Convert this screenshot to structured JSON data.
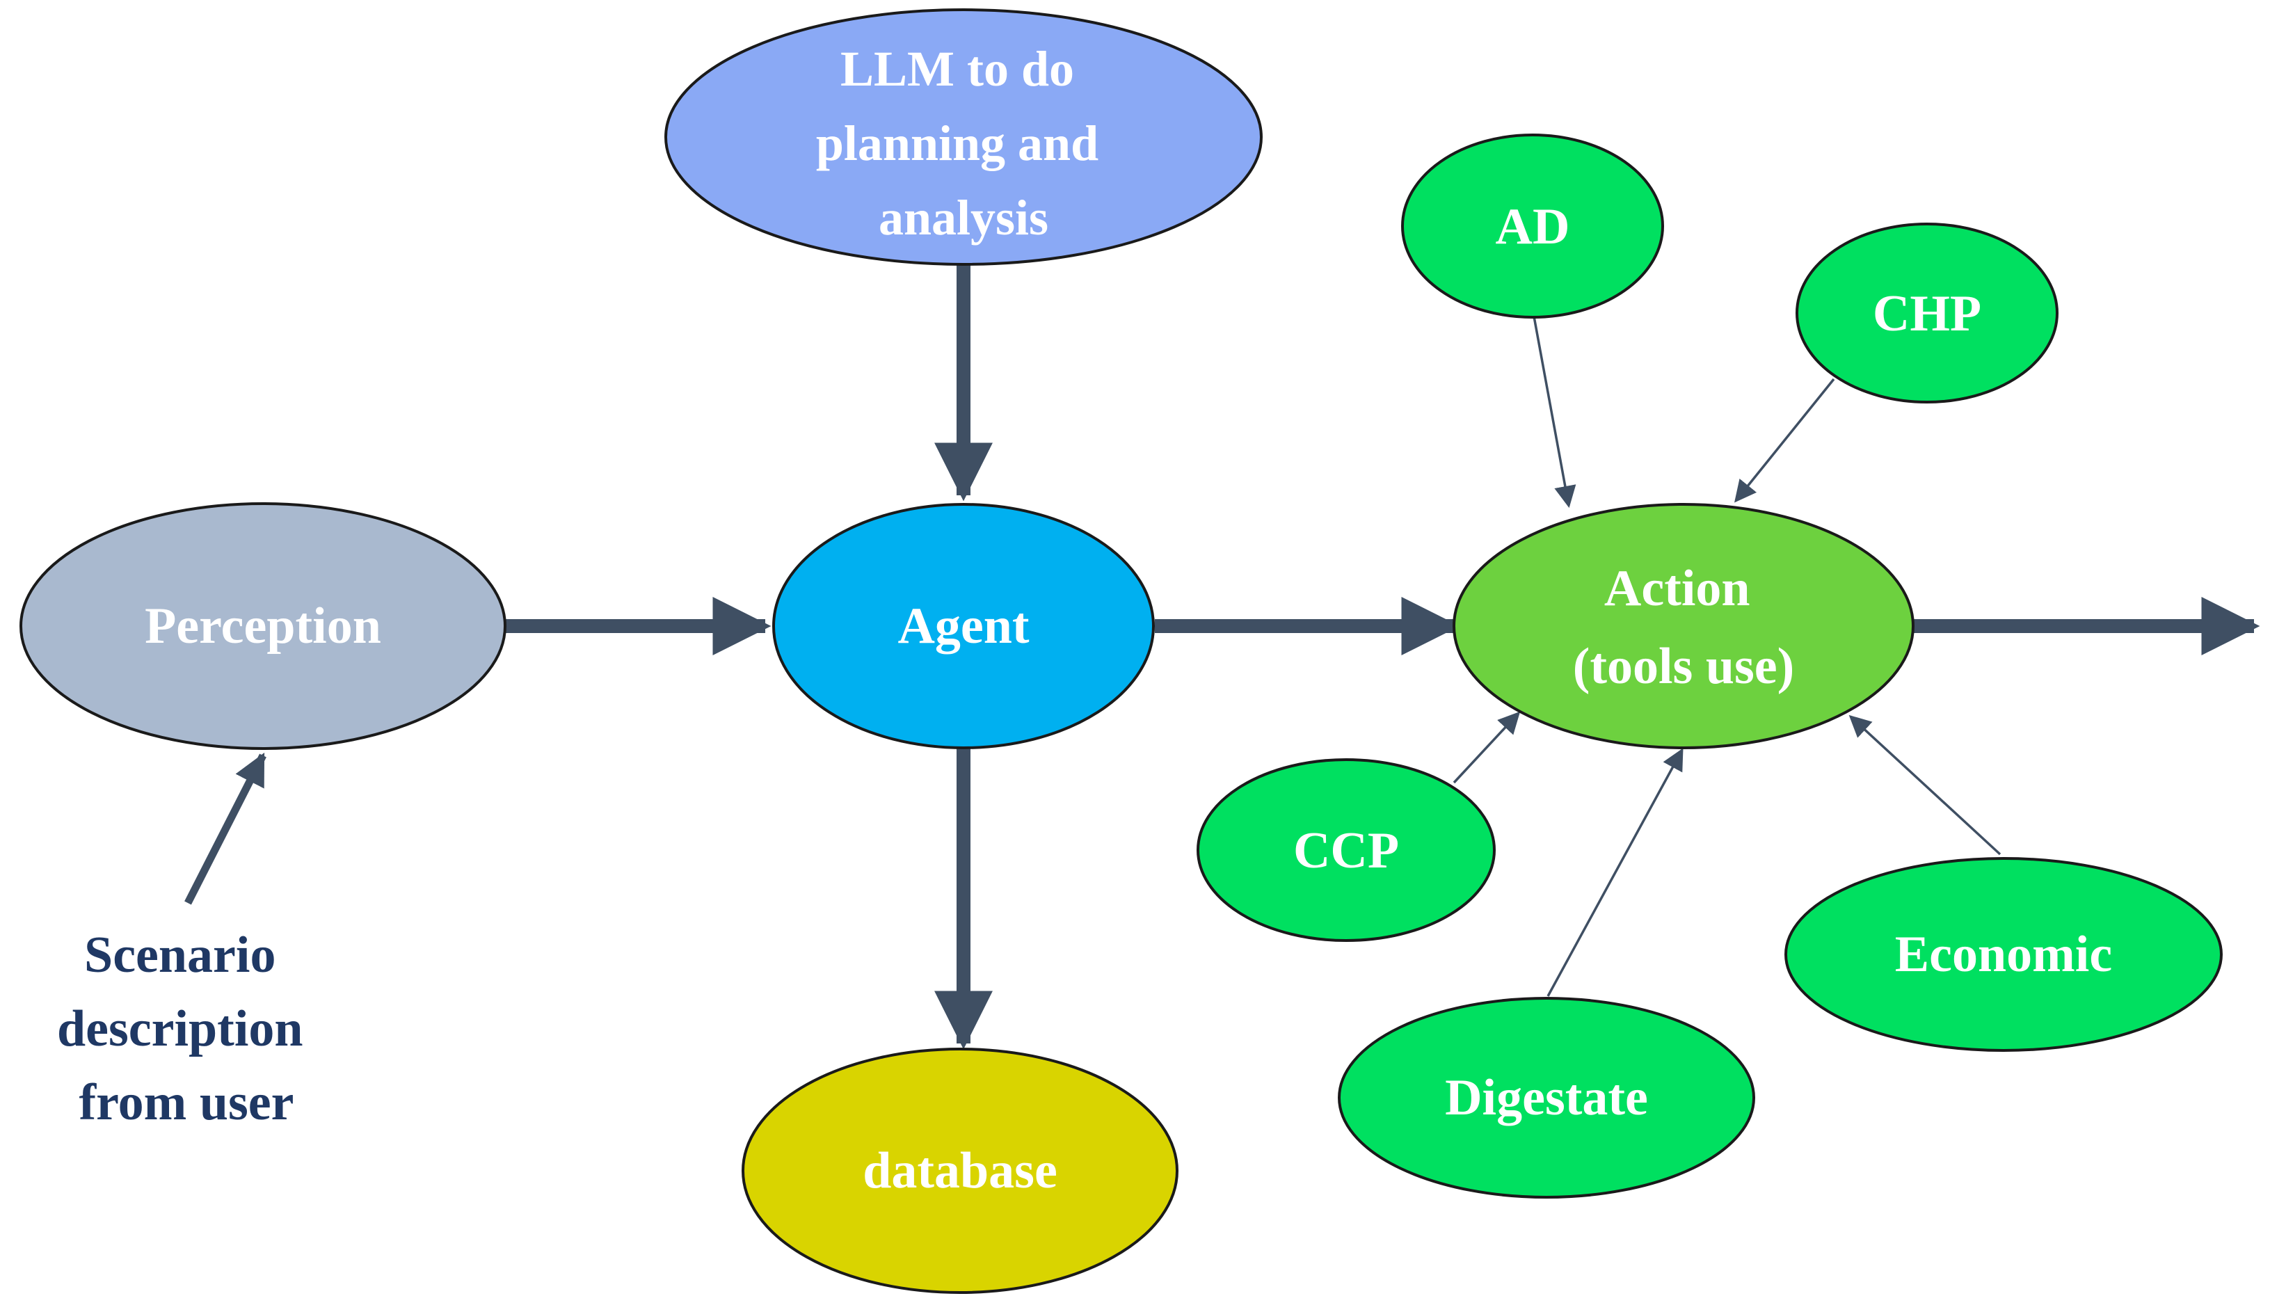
{
  "nodes": {
    "llm": {
      "lines": [
        "LLM to do",
        "planning and",
        "analysis"
      ],
      "fill": "#8aa9f5",
      "text_color": "#ffffff"
    },
    "perception": {
      "lines": [
        "Perception"
      ],
      "fill": "#a9b9cf",
      "text_color": "#ffffff"
    },
    "agent": {
      "lines": [
        "Agent"
      ],
      "fill": "#00b0f0",
      "text_color": "#ffffff"
    },
    "database": {
      "lines": [
        "database"
      ],
      "fill": "#d9d400",
      "text_color": "#ffffff"
    },
    "action": {
      "lines": [
        "Action",
        "(tools use)"
      ],
      "fill": "#6dd13f",
      "text_color": "#ffffff"
    },
    "ad": {
      "lines": [
        "AD"
      ],
      "fill": "#00e060",
      "text_color": "#ffffff"
    },
    "chp": {
      "lines": [
        "CHP"
      ],
      "fill": "#00e060",
      "text_color": "#ffffff"
    },
    "ccp": {
      "lines": [
        "CCP"
      ],
      "fill": "#00e060",
      "text_color": "#ffffff"
    },
    "digestate": {
      "lines": [
        "Digestate"
      ],
      "fill": "#00e060",
      "text_color": "#ffffff"
    },
    "economic": {
      "lines": [
        "Economic"
      ],
      "fill": "#00e060",
      "text_color": "#ffffff"
    }
  },
  "user_input": {
    "lines": [
      "Scenario",
      "description",
      "from user"
    ],
    "color": "#1f3864"
  },
  "colors": {
    "thick_arrow": "#3f4f63",
    "thin_arrow": "#3f4f63",
    "node_outline": "#1a1a1a"
  }
}
